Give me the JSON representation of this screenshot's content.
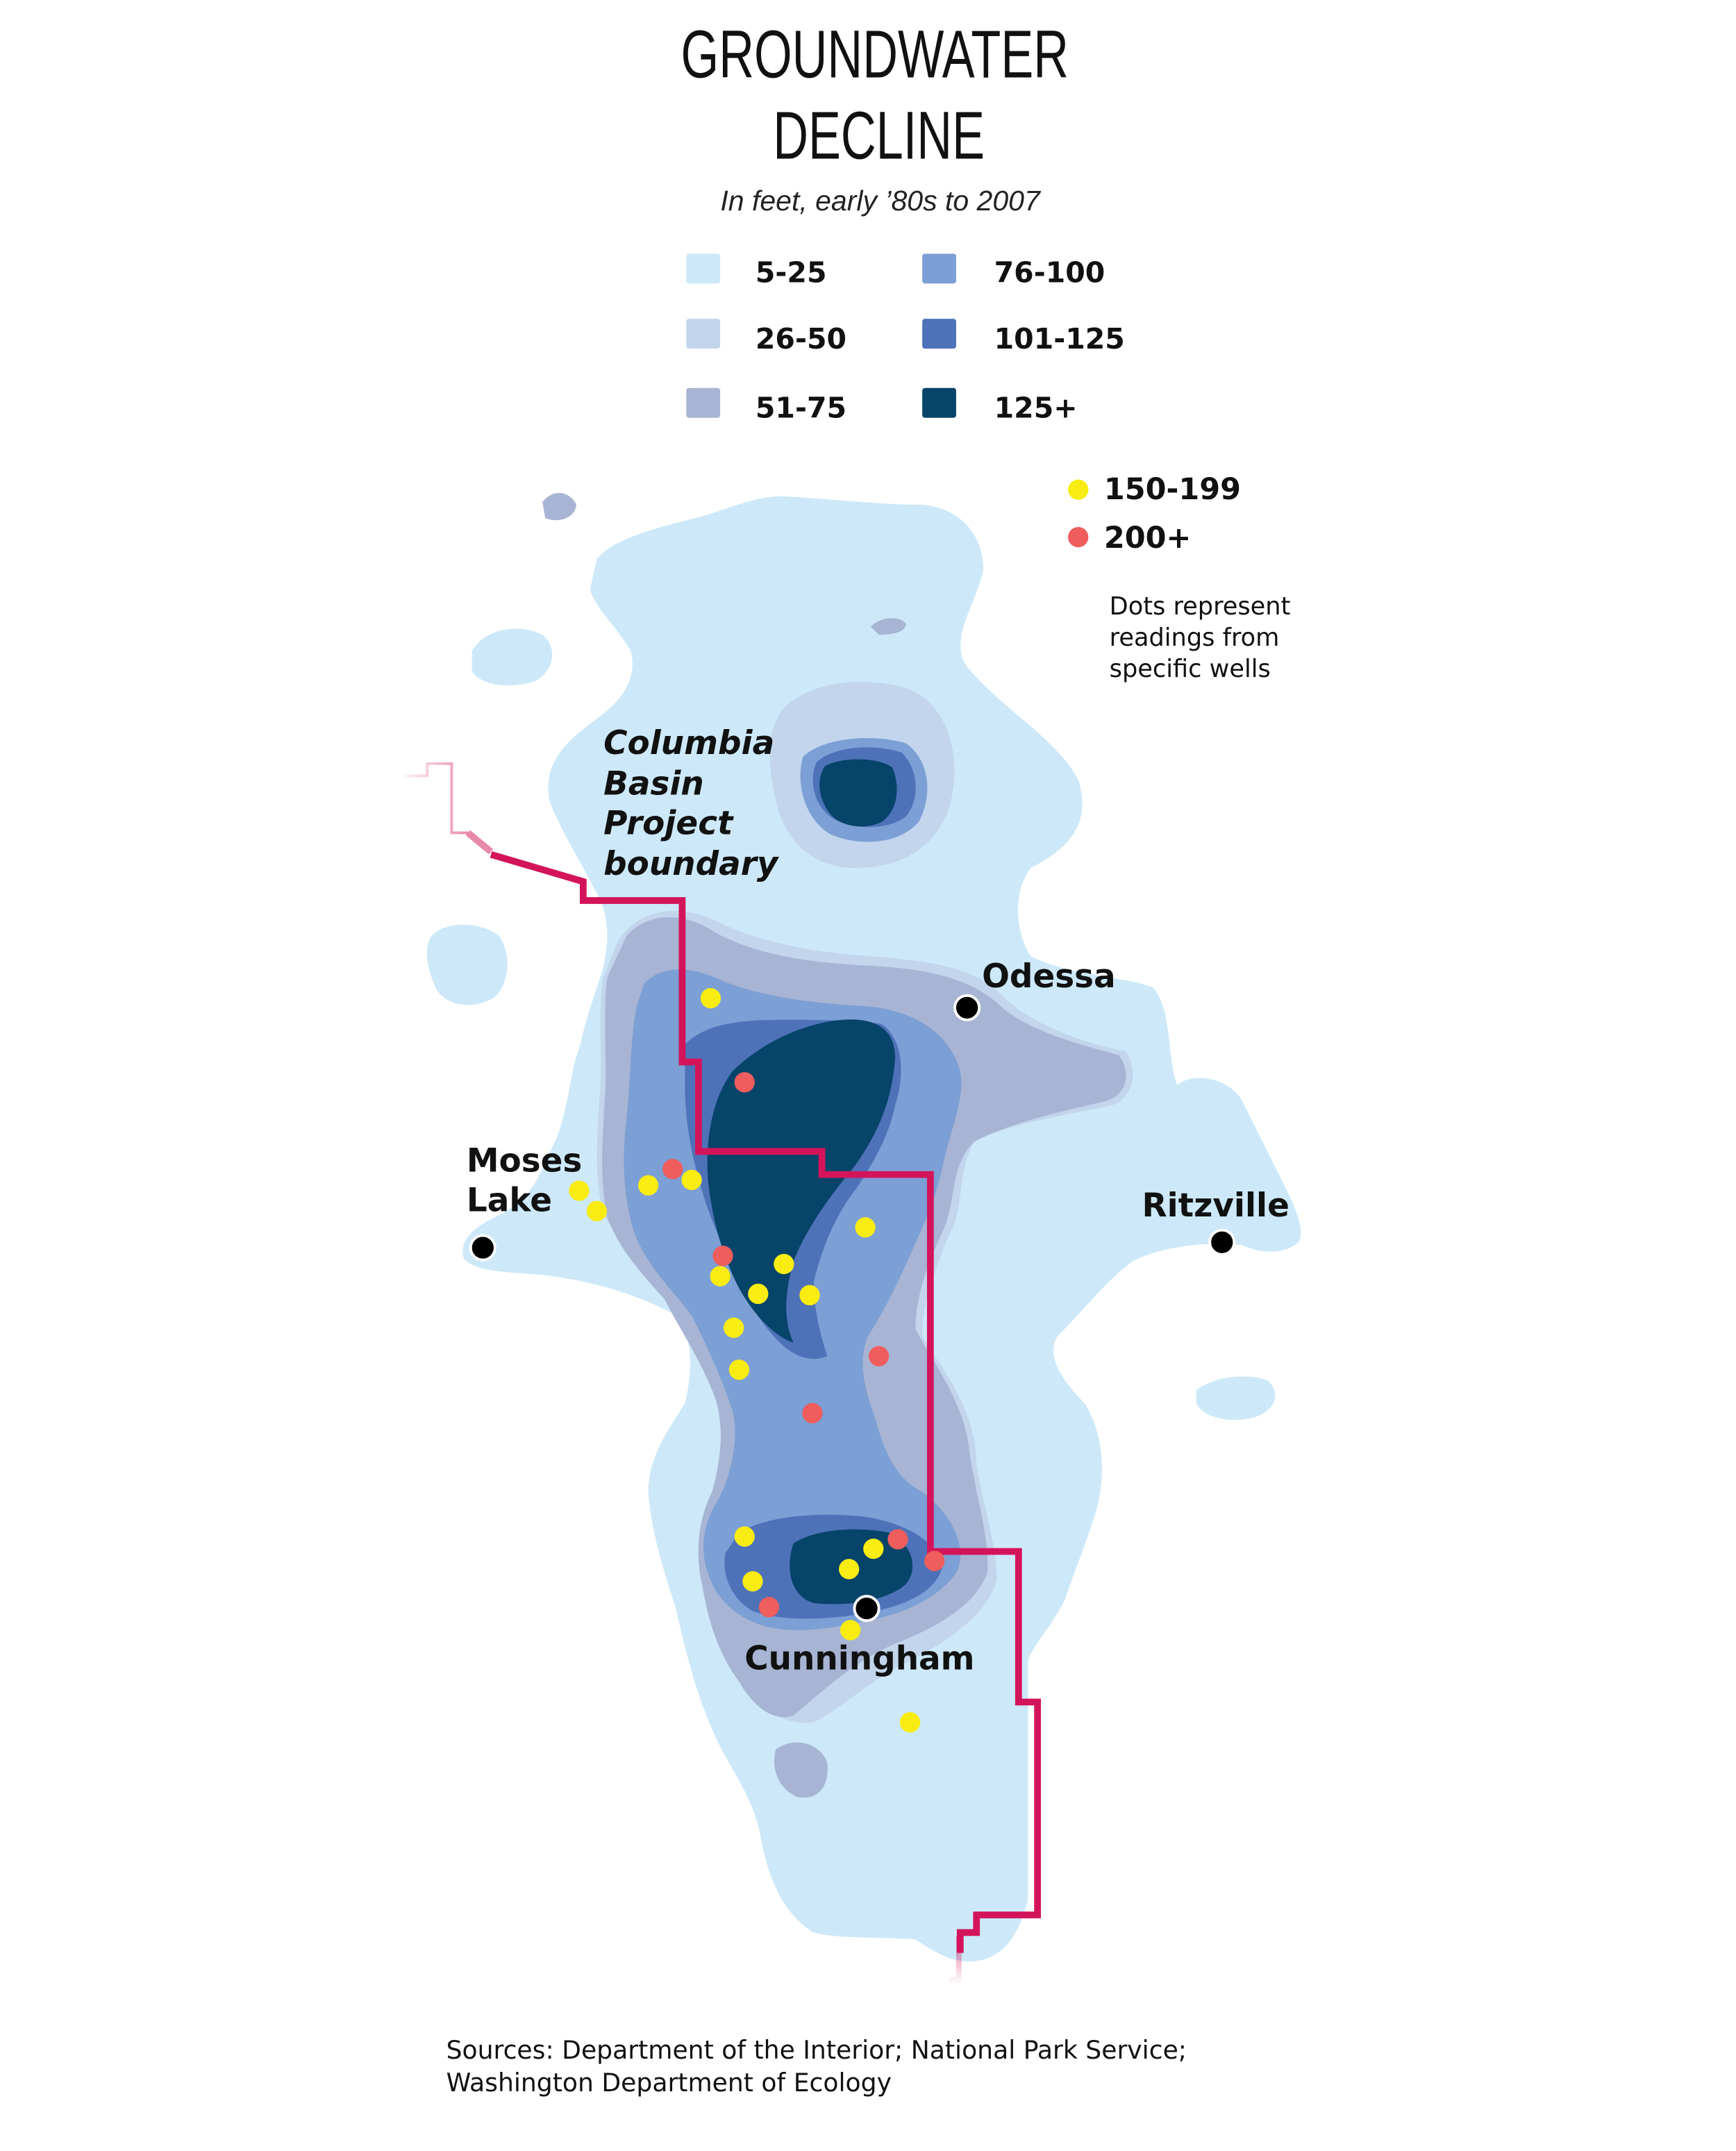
{
  "title": {
    "line1": "GROUNDWATER",
    "line2": "DECLINE"
  },
  "subtitle": "In feet, early ’80s to 2007",
  "legend": {
    "bands": [
      {
        "label": "5-25",
        "color": "#cde9f9"
      },
      {
        "label": "26-50",
        "color": "#c2d5ec"
      },
      {
        "label": "51-75",
        "color": "#a7b4d3"
      },
      {
        "label": "76-100",
        "color": "#7c9fd5"
      },
      {
        "label": "101-125",
        "color": "#4e72b8"
      },
      {
        "label": "125+",
        "color": "#064469"
      }
    ],
    "dots": [
      {
        "label": "150-199",
        "color": "#f9ec12"
      },
      {
        "label": "200+",
        "color": "#ef5d5d"
      }
    ],
    "note": [
      "Dots represent",
      "readings from",
      "specific wells"
    ]
  },
  "boundary": {
    "label": [
      "Columbia",
      "Basin",
      "Project",
      "boundary"
    ],
    "color": "#d4145a"
  },
  "cities": {
    "odessa": "Odessa",
    "moses_lake": [
      "Moses",
      "Lake"
    ],
    "ritzville": "Ritzville",
    "cunningham": "Cunningham"
  },
  "sources": [
    "Sources: Department of the Interior; National Park Service;",
    "Washington Department of Ecology"
  ]
}
